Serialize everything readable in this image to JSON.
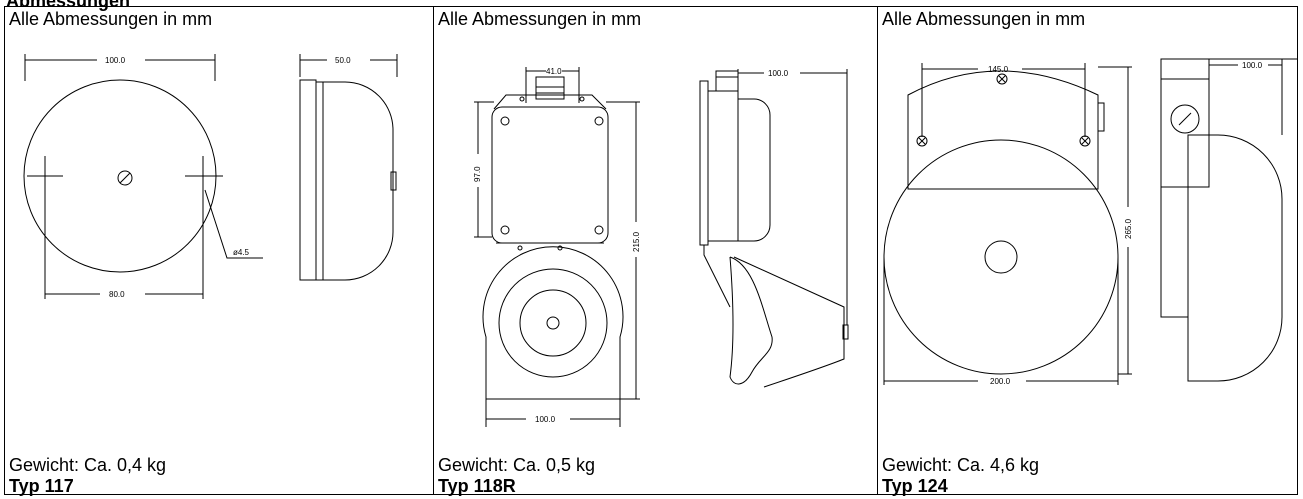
{
  "heading_partial": "Abmessungen",
  "columns": [
    {
      "header": "Alle Abmessungen in mm",
      "weight": "Gewicht: Ca. 0,4 kg",
      "type": "Typ 117",
      "dims": {
        "width_top": "100.0",
        "depth": "50.0",
        "hole_dist": "80.0",
        "hole_dia": "ø4.5"
      }
    },
    {
      "header": "Alle Abmessungen in mm",
      "weight": "Gewicht: Ca. 0,5 kg",
      "type": "Typ 118R",
      "dims": {
        "gland": "41.0",
        "depth": "100.0",
        "box_height": "97.0",
        "total_height": "215.0",
        "width_bottom": "100.0"
      }
    },
    {
      "header": "Alle Abmessungen in mm",
      "weight": "Gewicht: Ca. 4,6 kg",
      "type": "Typ 124",
      "dims": {
        "hole_dist": "145.0",
        "depth": "100.0",
        "height": "265.0",
        "width": "200.0"
      }
    }
  ]
}
